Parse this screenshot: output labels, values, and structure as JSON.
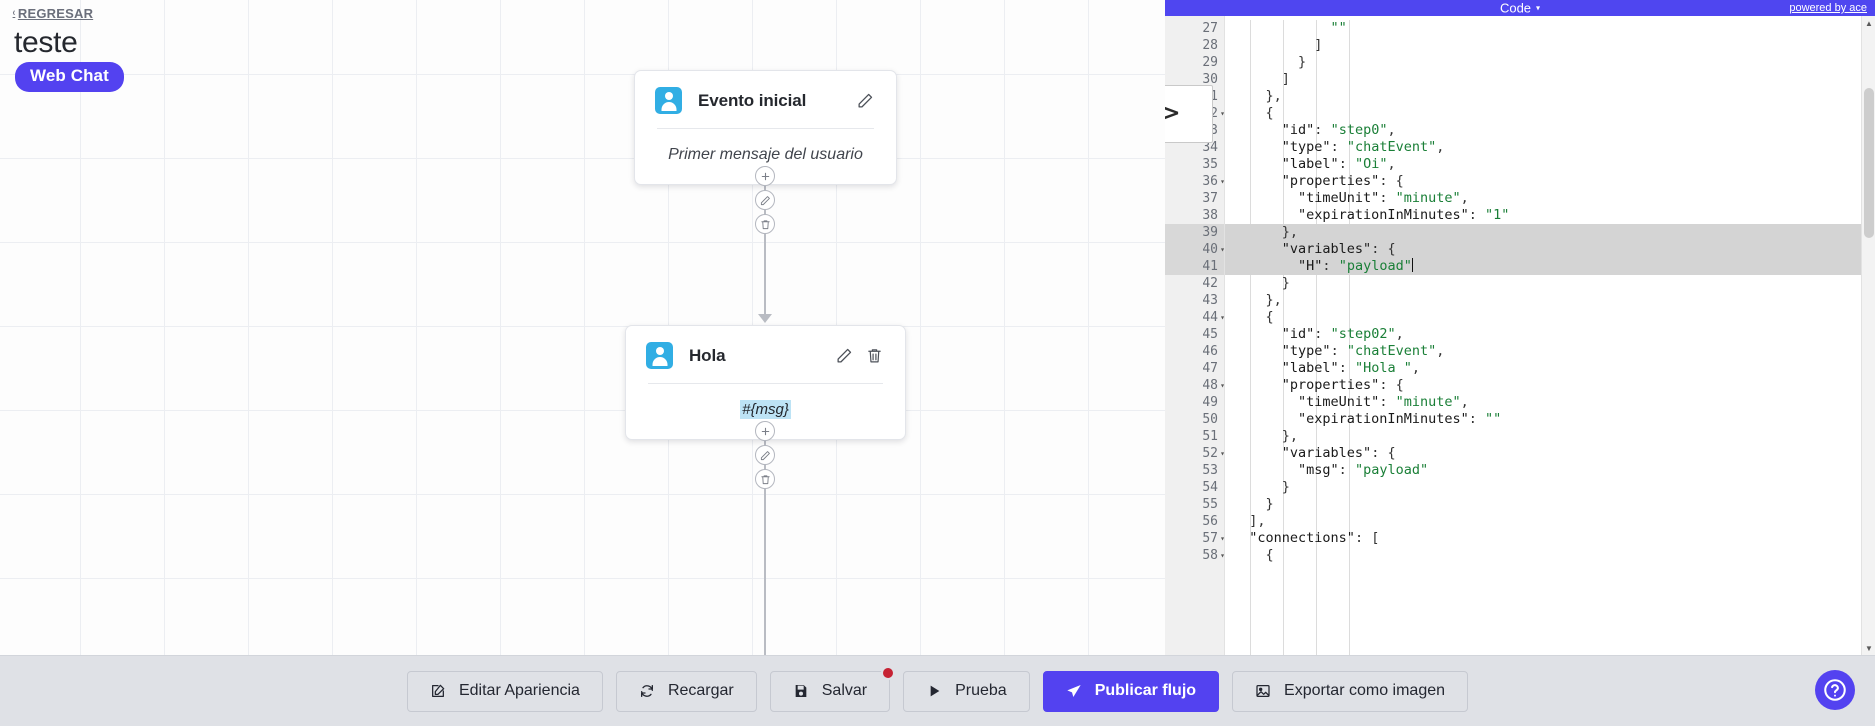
{
  "header": {
    "back_label": "REGRESAR",
    "back_icon": "chevron-left-icon",
    "title": "teste",
    "badge": "Web Chat"
  },
  "nodes": [
    {
      "title": "Evento inicial",
      "body": "Primer mensaje del usuario",
      "avatar_icon": "user-avatar-icon",
      "edit_icon": "pencil-icon",
      "has_delete": false
    },
    {
      "title": "Hola",
      "body": "#{msg}",
      "avatar_icon": "user-avatar-icon",
      "edit_icon": "pencil-icon",
      "delete_icon": "trash-icon",
      "has_delete": true
    }
  ],
  "edge_buttons": [
    "add-icon",
    "pencil-icon",
    "trash-icon"
  ],
  "code_panel": {
    "bar_title": "Code",
    "bar_caret": "▾",
    "powered_by": "powered by ace",
    "fold_chevron": ">",
    "lines": [
      {
        "n": "27",
        "text": "            \"\"",
        "fold": false,
        "sel": false
      },
      {
        "n": "28",
        "text": "          ]",
        "fold": false,
        "sel": false
      },
      {
        "n": "29",
        "text": "        }",
        "fold": false,
        "sel": false
      },
      {
        "n": "30",
        "text": "      ]",
        "fold": false,
        "sel": false
      },
      {
        "n": "31",
        "text": "    },",
        "fold": false,
        "sel": false
      },
      {
        "n": "32",
        "text": "    {",
        "fold": true,
        "sel": false
      },
      {
        "n": "33",
        "text": "      \"id\": \"step0\",",
        "fold": false,
        "sel": false
      },
      {
        "n": "34",
        "text": "      \"type\": \"chatEvent\",",
        "fold": false,
        "sel": false
      },
      {
        "n": "35",
        "text": "      \"label\": \"Oi\",",
        "fold": false,
        "sel": false
      },
      {
        "n": "36",
        "text": "      \"properties\": {",
        "fold": true,
        "sel": false
      },
      {
        "n": "37",
        "text": "        \"timeUnit\": \"minute\",",
        "fold": false,
        "sel": false
      },
      {
        "n": "38",
        "text": "        \"expirationInMinutes\": \"1\"",
        "fold": false,
        "sel": false
      },
      {
        "n": "39",
        "text": "      },",
        "fold": false,
        "sel": true
      },
      {
        "n": "40",
        "text": "      \"variables\": {",
        "fold": true,
        "sel": true
      },
      {
        "n": "41",
        "text": "        \"H\": \"payload\"",
        "fold": false,
        "sel": true
      },
      {
        "n": "42",
        "text": "      }",
        "fold": false,
        "sel": false
      },
      {
        "n": "43",
        "text": "    },",
        "fold": false,
        "sel": false
      },
      {
        "n": "44",
        "text": "    {",
        "fold": true,
        "sel": false
      },
      {
        "n": "45",
        "text": "      \"id\": \"step02\",",
        "fold": false,
        "sel": false
      },
      {
        "n": "46",
        "text": "      \"type\": \"chatEvent\",",
        "fold": false,
        "sel": false
      },
      {
        "n": "47",
        "text": "      \"label\": \"Hola \",",
        "fold": false,
        "sel": false
      },
      {
        "n": "48",
        "text": "      \"properties\": {",
        "fold": true,
        "sel": false
      },
      {
        "n": "49",
        "text": "        \"timeUnit\": \"minute\",",
        "fold": false,
        "sel": false
      },
      {
        "n": "50",
        "text": "        \"expirationInMinutes\": \"\"",
        "fold": false,
        "sel": false
      },
      {
        "n": "51",
        "text": "      },",
        "fold": false,
        "sel": false
      },
      {
        "n": "52",
        "text": "      \"variables\": {",
        "fold": true,
        "sel": false
      },
      {
        "n": "53",
        "text": "        \"msg\": \"payload\"",
        "fold": false,
        "sel": false
      },
      {
        "n": "54",
        "text": "      }",
        "fold": false,
        "sel": false
      },
      {
        "n": "55",
        "text": "    }",
        "fold": false,
        "sel": false
      },
      {
        "n": "56",
        "text": "  ],",
        "fold": false,
        "sel": false
      },
      {
        "n": "57",
        "text": "  \"connections\": [",
        "fold": true,
        "sel": false
      },
      {
        "n": "58",
        "text": "    {",
        "fold": true,
        "sel": false
      }
    ],
    "caret_line": "41"
  },
  "toolbar": {
    "buttons": [
      {
        "label": "Editar Apariencia",
        "icon": "edit-square-icon",
        "primary": false,
        "badge": false
      },
      {
        "label": "Recargar",
        "icon": "refresh-icon",
        "primary": false,
        "badge": false
      },
      {
        "label": "Salvar",
        "icon": "save-disk-icon",
        "primary": false,
        "badge": true
      },
      {
        "label": "Prueba",
        "icon": "play-icon",
        "primary": false,
        "badge": false
      },
      {
        "label": "Publicar flujo",
        "icon": "send-icon",
        "primary": true,
        "badge": false
      },
      {
        "label": "Exportar como imagen",
        "icon": "image-icon",
        "primary": false,
        "badge": false
      }
    ],
    "help_icon": "question-circle-icon"
  },
  "colors": {
    "brand_purple": "#5342f0",
    "avatar_blue": "#31aee4",
    "badge_red": "#c62233",
    "highlight_blue": "#bde3f5"
  }
}
